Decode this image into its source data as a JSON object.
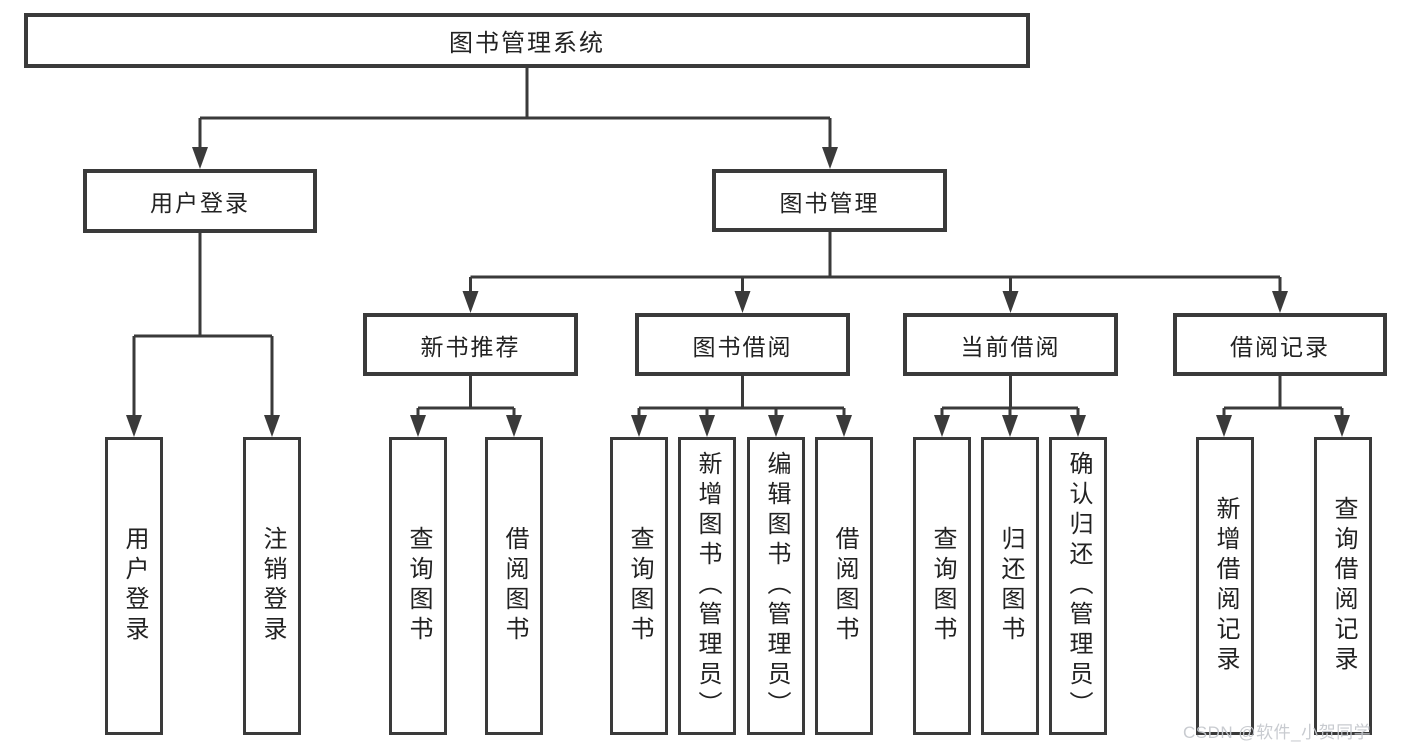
{
  "tree": {
    "label": "图书管理系统",
    "children": [
      {
        "label": "用户登录",
        "children": [
          {
            "label": "用户登录"
          },
          {
            "label": "注销登录"
          }
        ]
      },
      {
        "label": "图书管理",
        "children": [
          {
            "label": "新书推荐",
            "children": [
              {
                "label": "查询图书"
              },
              {
                "label": "借阅图书"
              }
            ]
          },
          {
            "label": "图书借阅",
            "children": [
              {
                "label": "查询图书"
              },
              {
                "label": "新增图书（管理员）"
              },
              {
                "label": "编辑图书（管理员）"
              },
              {
                "label": "借阅图书"
              }
            ]
          },
          {
            "label": "当前借阅",
            "children": [
              {
                "label": "查询图书"
              },
              {
                "label": "归还图书"
              },
              {
                "label": "确认归还（管理员）"
              }
            ]
          },
          {
            "label": "借阅记录",
            "children": [
              {
                "label": "新增借阅记录"
              },
              {
                "label": "查询借阅记录"
              }
            ]
          }
        ]
      }
    ]
  },
  "watermark": {
    "text": "CSDN @软件_小贺同学"
  },
  "colors": {
    "line": "#3a3a3a",
    "text": "#222222",
    "background": "#ffffff",
    "watermark": "#c6c9ce"
  }
}
